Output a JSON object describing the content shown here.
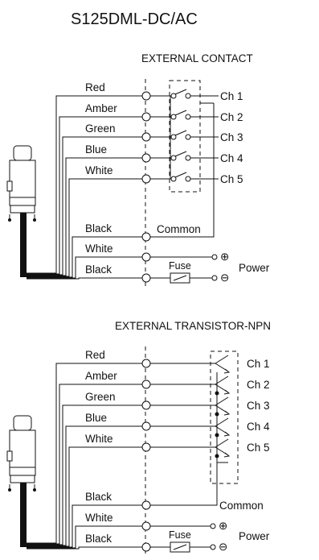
{
  "title": "S125DML-DC/AC",
  "diagrams": [
    {
      "heading": "EXTERNAL CONTACT",
      "wires": [
        "Red",
        "Amber",
        "Green",
        "Blue",
        "White",
        "Black",
        "White",
        "Black"
      ],
      "channels": [
        "Ch 1",
        "Ch 2",
        "Ch 3",
        "Ch 4",
        "Ch 5"
      ],
      "common": "Common",
      "fuse": "Fuse",
      "power": "Power",
      "plus": "⊕",
      "minus": "⊖"
    },
    {
      "heading": "EXTERNAL TRANSISTOR-NPN",
      "wires": [
        "Red",
        "Amber",
        "Green",
        "Blue",
        "White",
        "Black",
        "White",
        "Black"
      ],
      "channels": [
        "Ch 1",
        "Ch 2",
        "Ch 3",
        "Ch 4",
        "Ch 5"
      ],
      "common": "Common",
      "fuse": "Fuse",
      "power": "Power",
      "plus": "⊕",
      "minus": "⊖"
    }
  ],
  "colors": {
    "line": "#111111",
    "device_body": "#ffffff",
    "device_cable": "#111111"
  },
  "icons": [
    "signal-tower-icon",
    "switch-icon",
    "npn-transistor-icon",
    "fuse-icon"
  ]
}
